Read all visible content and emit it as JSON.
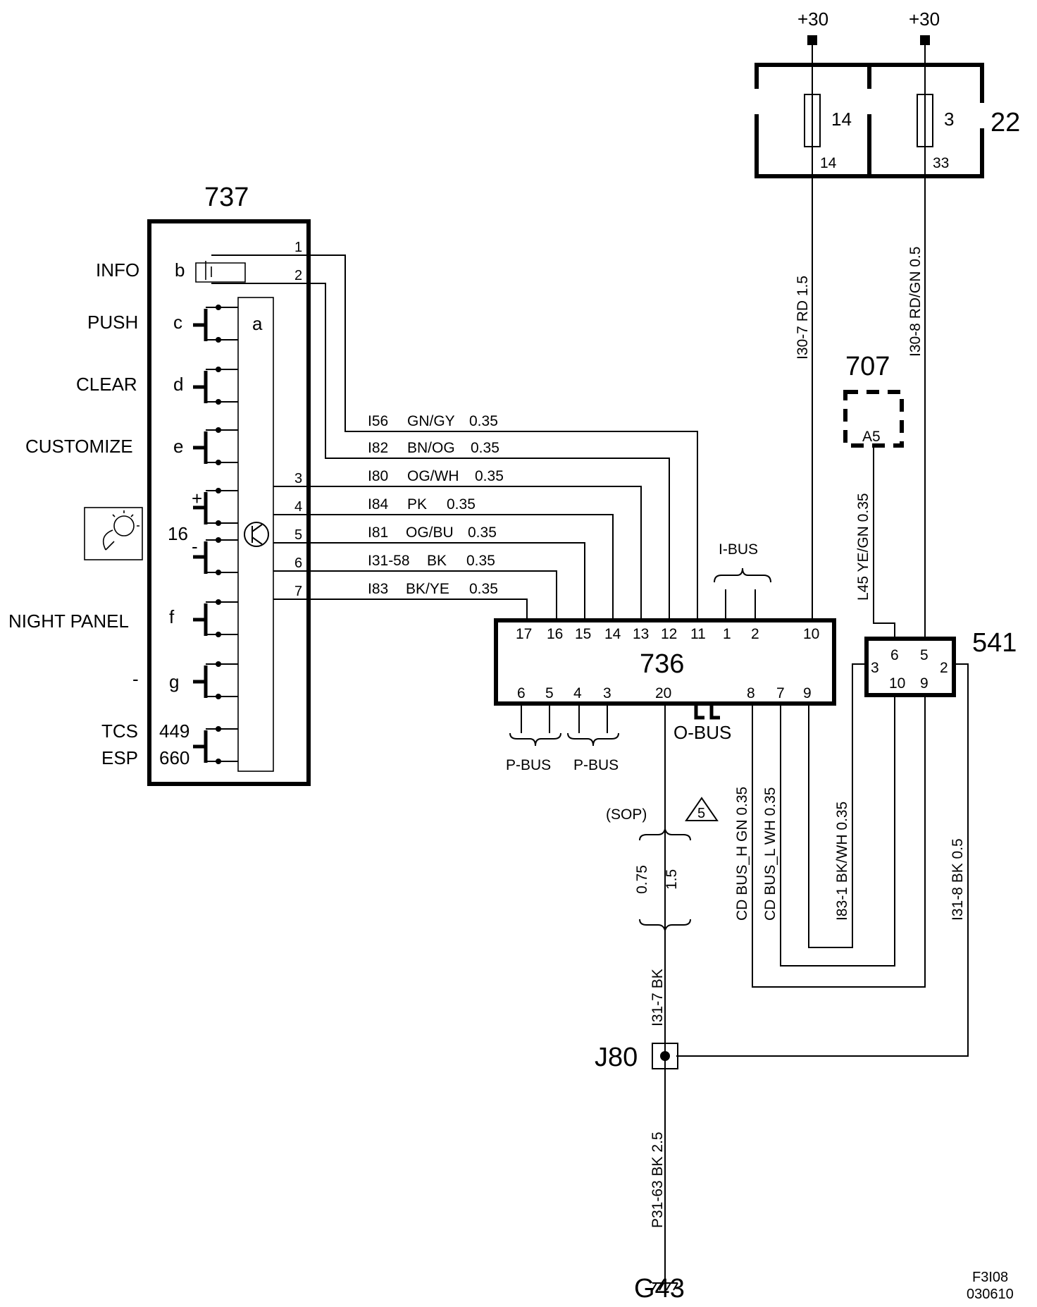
{
  "components": {
    "c737": "737",
    "c736": "736",
    "c541": "541",
    "c707": "707",
    "c707_pin": "A5",
    "c22": "22",
    "j80": "J80",
    "g43": "G43"
  },
  "supply": [
    "+30",
    "+30"
  ],
  "fuses": [
    {
      "number": "14",
      "pin": "14"
    },
    {
      "number": "3",
      "pin": "33"
    }
  ],
  "buttons": [
    {
      "label": "INFO",
      "code": "b"
    },
    {
      "label": "PUSH",
      "code": "c"
    },
    {
      "label": "CLEAR",
      "code": "d"
    },
    {
      "label": "CUSTOMIZE",
      "code": "e"
    },
    {
      "label": "",
      "code": "16"
    },
    {
      "label": "NIGHT PANEL",
      "code": "f"
    },
    {
      "label": "-",
      "code": "g"
    },
    {
      "label": "TCS",
      "code": "449"
    },
    {
      "label": "ESP",
      "code": "660"
    }
  ],
  "module_a": "a",
  "rocker_plus": "+",
  "rocker_minus": "-",
  "pins_737": [
    "1",
    "2",
    "3",
    "4",
    "5",
    "6",
    "7"
  ],
  "wires_737": [
    {
      "id": "I56",
      "color": "GN/GY",
      "size": "0.35"
    },
    {
      "id": "I82",
      "color": "BN/OG",
      "size": "0.35"
    },
    {
      "id": "I80",
      "color": "OG/WH",
      "size": "0.35"
    },
    {
      "id": "I84",
      "color": "PK",
      "size": "0.35"
    },
    {
      "id": "I81",
      "color": "OG/BU",
      "size": "0.35"
    },
    {
      "id": "I31-58",
      "color": "BK",
      "size": "0.35"
    },
    {
      "id": "I83",
      "color": "BK/YE",
      "size": "0.35"
    }
  ],
  "pins_736_top": [
    "17",
    "16",
    "15",
    "14",
    "13",
    "12",
    "11",
    "1",
    "2",
    "10"
  ],
  "pins_736_bottom": [
    "6",
    "5",
    "4",
    "3",
    "20",
    "8",
    "7",
    "9"
  ],
  "pins_541": [
    "6",
    "5",
    "3",
    "2",
    "10",
    "9"
  ],
  "bus": {
    "i_bus": "I-BUS",
    "o_bus": "O-BUS",
    "p_bus": "P-BUS"
  },
  "vertical_labels": {
    "w_i30_7": "I30-7  RD  1.5",
    "w_i30_8": "I30-8  RD/GN  0.5",
    "w_l45": "L45  YE/GN  0.35",
    "w_cdh": "CD  BUS_H  GN 0.35",
    "w_cdl": "CD  BUS_L  WH  0.35",
    "w_i83_1": "I83-1  BK/WH  0.35",
    "w_i31_8": "I31-8  BK  0.5",
    "w_i31_7": "I31-7  BK",
    "w_p31_63": "P31-63  BK  2.5",
    "size_075": "0.75",
    "size_15": "1.5"
  },
  "sop": "(SOP)",
  "note_marker": "5",
  "footer": {
    "code": "F3I08",
    "date": "030610"
  }
}
